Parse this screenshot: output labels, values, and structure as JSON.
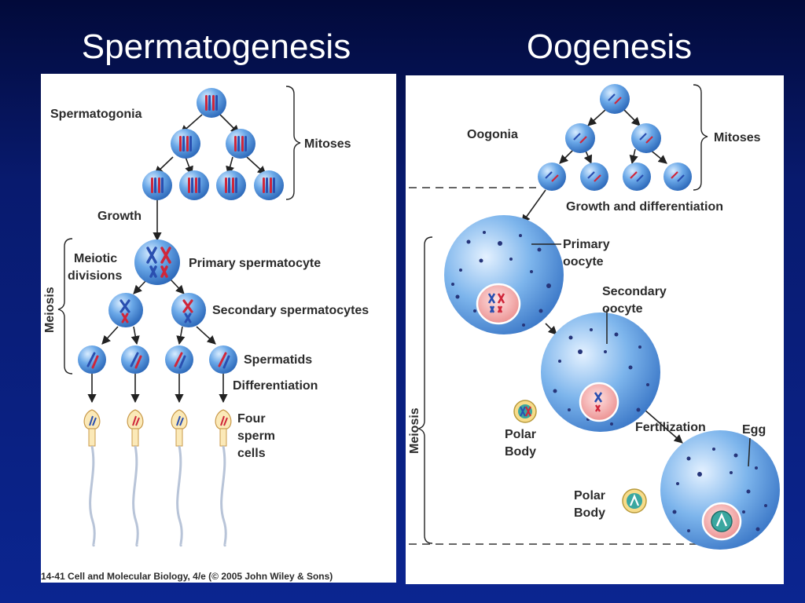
{
  "slide": {
    "title_left": "Spermatogenesis",
    "title_right": "Oogenesis"
  },
  "spermatogenesis": {
    "spermatogonia": "Spermatogonia",
    "mitoses": "Mitoses",
    "growth": "Growth",
    "meiotic_1": "Meiotic",
    "meiotic_2": "divisions",
    "meiosis": "Meiosis",
    "primary": "Primary spermatocyte",
    "secondary": "Secondary spermatocytes",
    "spermatids": "Spermatids",
    "differentiation": "Differentiation",
    "four_1": "Four",
    "four_2": "sperm",
    "four_3": "cells",
    "caption": "14-41  Cell and Molecular Biology, 4/e (© 2005 John Wiley & Sons)"
  },
  "oogenesis": {
    "oogonia": "Oogonia",
    "mitoses": "Mitoses",
    "growth": "Growth and differentiation",
    "primary_1": "Primary",
    "primary_2": "oocyte",
    "secondary_1": "Secondary",
    "secondary_2": "oocyte",
    "meiosis": "Meiosis",
    "polar1_1": "Polar",
    "polar1_2": "Body",
    "fertilization": "Fertilization",
    "egg": "Egg",
    "polar2_1": "Polar",
    "polar2_2": "Body"
  },
  "colors": {
    "cell_blue": "#4a8fd6",
    "chrom_red": "#d0263a",
    "chrom_blue": "#2a4fb0",
    "nucleus_pink": "#f2a0a0",
    "polar_teal": "#3aa7a0"
  }
}
